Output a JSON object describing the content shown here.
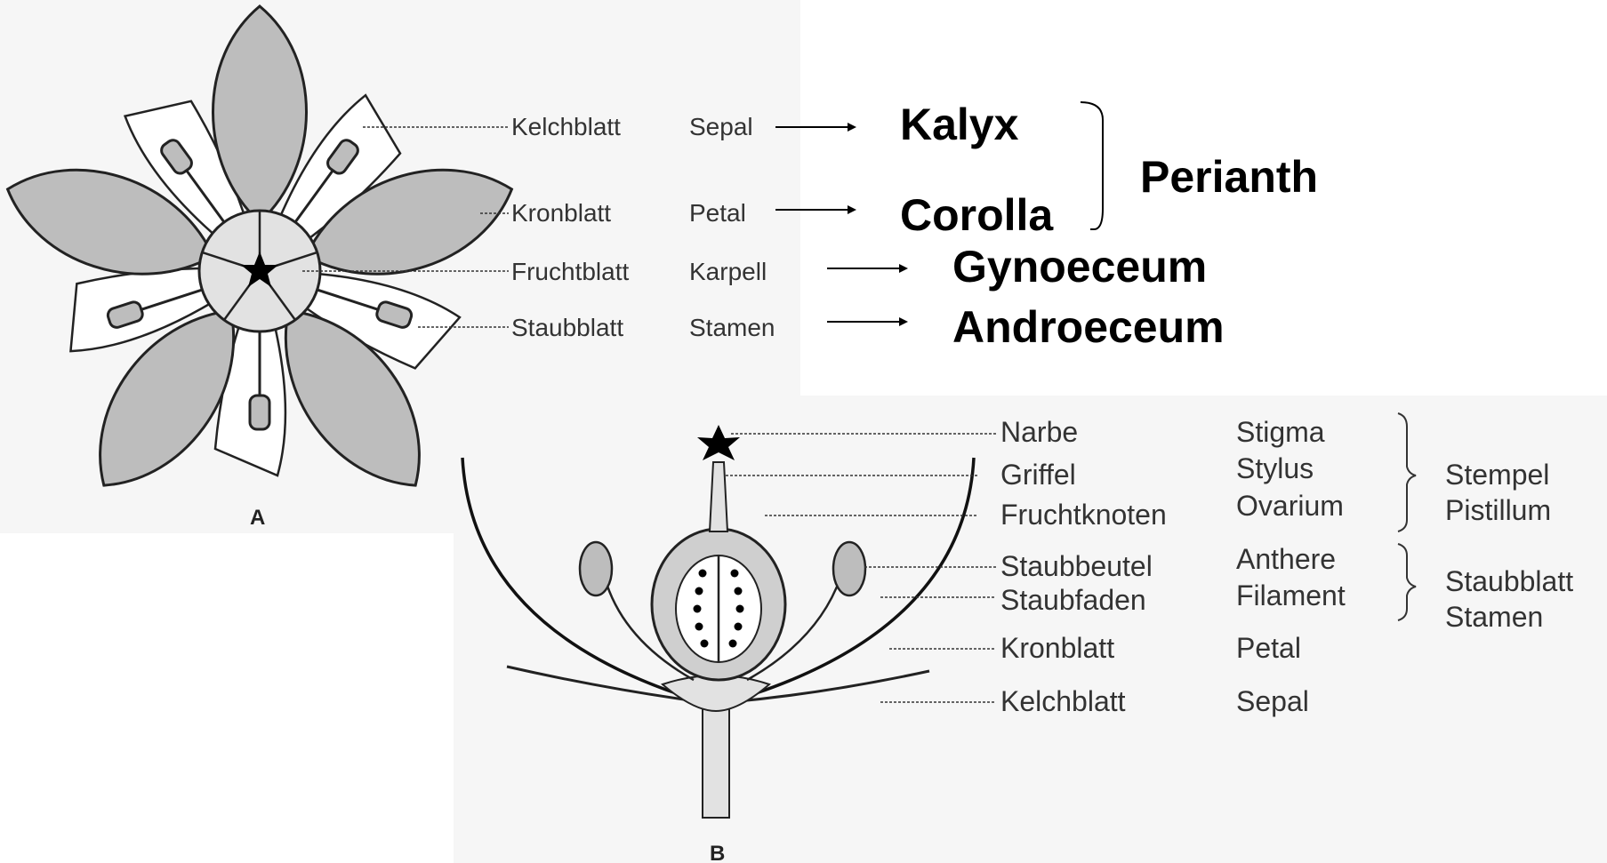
{
  "figure_a": {
    "label": "A",
    "rows": [
      {
        "de": "Kelchblatt",
        "en": "Sepal",
        "group": "Kalyx"
      },
      {
        "de": "Kronblatt",
        "en": "Petal",
        "group": "Corolla"
      },
      {
        "de": "Fruchtblatt",
        "en": "Karpell",
        "group": "Gynoeceum"
      },
      {
        "de": "Staubblatt",
        "en": "Stamen",
        "group": "Androeceum"
      }
    ],
    "brace_label": "Perianth"
  },
  "figure_b": {
    "label": "B",
    "rows": [
      {
        "de": "Narbe",
        "en": "Stigma"
      },
      {
        "de": "Griffel",
        "en": "Stylus"
      },
      {
        "de": "Fruchtknoten",
        "en": "Ovarium"
      },
      {
        "de": "Staubbeutel",
        "en": "Anthere"
      },
      {
        "de": "Staubfaden",
        "en": "Filament"
      },
      {
        "de": "Kronblatt",
        "en": "Petal"
      },
      {
        "de": "Kelchblatt",
        "en": "Sepal"
      }
    ],
    "group_pistil": [
      "Stempel",
      "Pistillum"
    ],
    "group_stamen": [
      "Staubblatt",
      "Stamen"
    ]
  },
  "colors": {
    "petal_fill": "#bdbdbd",
    "background": "#ffffff",
    "ink": "#222222"
  }
}
